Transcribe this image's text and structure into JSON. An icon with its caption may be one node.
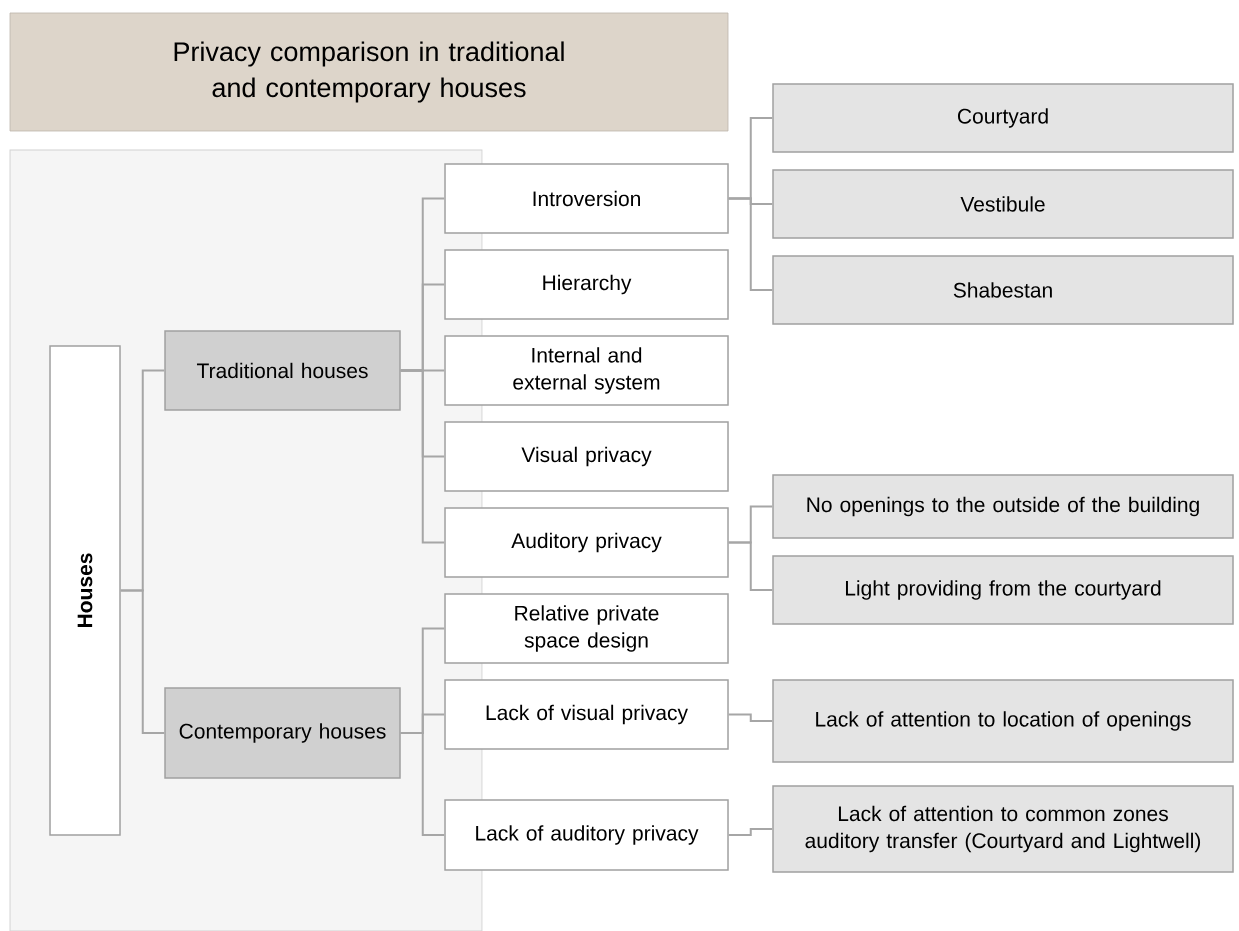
{
  "diagram": {
    "title": "Privacy comparison in traditional and contemporary houses",
    "nodes": [
      {
        "text": [
          "Houses"
        ]
      },
      {
        "text": [
          "Traditional houses"
        ]
      },
      {
        "text": [
          "Contemporary houses"
        ]
      },
      {
        "text": [
          "Introversion"
        ]
      },
      {
        "text": [
          "Hierarchy"
        ]
      },
      {
        "text": [
          "Internal and external system"
        ]
      },
      {
        "text": [
          "Visual privacy"
        ]
      },
      {
        "text": [
          "Auditory privacy"
        ]
      },
      {
        "text": [
          "Courtyard"
        ]
      },
      {
        "text": [
          "Vestibule"
        ]
      },
      {
        "text": [
          "Shabestan"
        ]
      },
      {
        "text": [
          "No openings to the outside of the building"
        ]
      },
      {
        "text": [
          "Light providing from the courtyard"
        ]
      },
      {
        "text": [
          "Relative private space design"
        ]
      },
      {
        "text": [
          "Lack of visual privacy"
        ]
      },
      {
        "text": [
          "Lack of attention to location of openings"
        ]
      },
      {
        "text": [
          "Lack of auditory privacy"
        ]
      },
      {
        "text": [
          "Lack of attention to common zones auditory transfer (Courtyard and Lightwell)"
        ]
      }
    ],
    "edges": [
      {
        "from": 0,
        "to": 1,
        "arrow": "none"
      },
      {
        "from": 0,
        "to": 2,
        "arrow": "none"
      },
      {
        "from": 1,
        "to": 3,
        "arrow": "none"
      },
      {
        "from": 1,
        "to": 4,
        "arrow": "none"
      },
      {
        "from": 1,
        "to": 5,
        "arrow": "none"
      },
      {
        "from": 1,
        "to": 6,
        "arrow": "none"
      },
      {
        "from": 1,
        "to": 7,
        "arrow": "none"
      },
      {
        "from": 3,
        "to": 8,
        "arrow": "none"
      },
      {
        "from": 3,
        "to": 9,
        "arrow": "none"
      },
      {
        "from": 3,
        "to": 10,
        "arrow": "none"
      },
      {
        "from": 7,
        "to": 11,
        "arrow": "none"
      },
      {
        "from": 7,
        "to": 12,
        "arrow": "none"
      },
      {
        "from": 2,
        "to": 13,
        "arrow": "none"
      },
      {
        "from": 2,
        "to": 14,
        "arrow": "none"
      },
      {
        "from": 2,
        "to": 16,
        "arrow": "none"
      },
      {
        "from": 14,
        "to": 15,
        "arrow": "none"
      },
      {
        "from": 16,
        "to": 17,
        "arrow": "none"
      }
    ]
  }
}
